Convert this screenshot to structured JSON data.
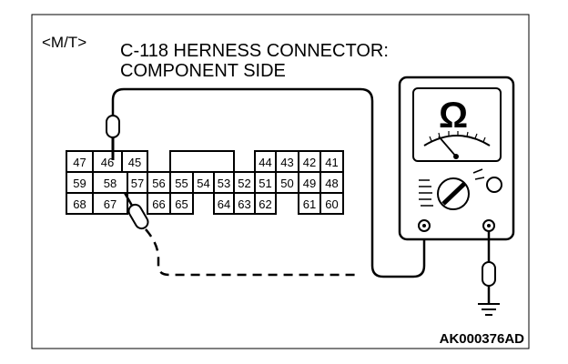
{
  "variant_tag": "<M/T>",
  "title_line1": "C-118 HERNESS CONNECTOR:",
  "title_line2": "COMPONENT SIDE",
  "figure_code": "AK000376AD",
  "meter_symbol": "Ω",
  "connector": {
    "row1": [
      "47",
      "46",
      "45",
      "44",
      "43",
      "42",
      "41"
    ],
    "row2": [
      "59",
      "58",
      "57",
      "56",
      "55",
      "54",
      "53",
      "52",
      "51",
      "50",
      "49",
      "48"
    ],
    "row3": [
      "68",
      "67",
      "66",
      "65",
      "64",
      "63",
      "62",
      "61",
      "60"
    ]
  },
  "colors": {
    "line": "#000000",
    "background": "#ffffff"
  },
  "icons": [
    "ohmmeter-icon",
    "probe-icon",
    "ground-icon",
    "selector-dial-icon"
  ]
}
